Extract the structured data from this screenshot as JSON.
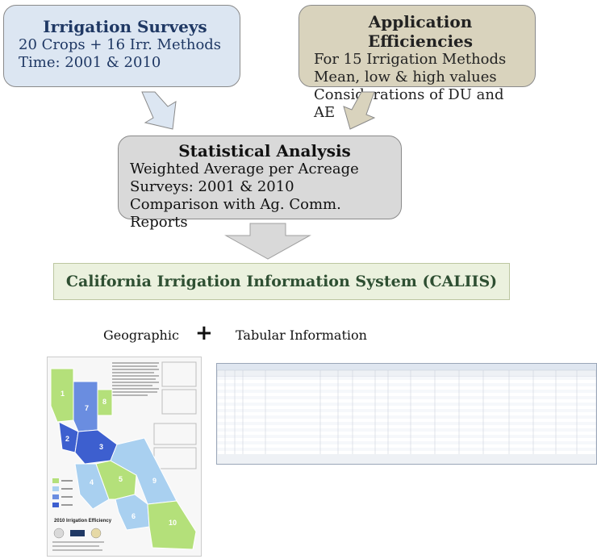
{
  "irrigation_surveys": {
    "title": "Irrigation Surveys",
    "lines": [
      "20 Crops + 16 Irr. Methods",
      "Time: 2001 & 2010"
    ]
  },
  "application_efficiencies": {
    "title": "Application Efficiencies",
    "lines": [
      "For 15 Irrigation Methods",
      "Mean, low & high values",
      "Considerations of DU and AE"
    ]
  },
  "statistical_analysis": {
    "title": "Statistical Analysis",
    "lines": [
      "Weighted Average per Acreage",
      "Surveys: 2001 & 2010",
      "Comparison with Ag. Comm. Reports"
    ]
  },
  "calis": {
    "title": "California Irrigation Information System (CALIIS)"
  },
  "info": {
    "geographic": "Geographic",
    "plus": "+",
    "tabular": "Tabular Information"
  },
  "map": {
    "region_numbers": [
      "1",
      "2",
      "3",
      "4",
      "5",
      "6",
      "7",
      "8",
      "9",
      "10"
    ],
    "caption": "2010 Irrigation Efficiency"
  },
  "colors": {
    "irrigation_box": "#dce6f2",
    "efficiency_box": "#d9d3bd",
    "analysis_box": "#d9d9d9",
    "calis_bar": "#ebf1de",
    "map_green": "#b4e07a",
    "map_lightblue": "#a9d0f0",
    "map_blue": "#6a8de0",
    "map_darkblue": "#3d5fcf"
  }
}
